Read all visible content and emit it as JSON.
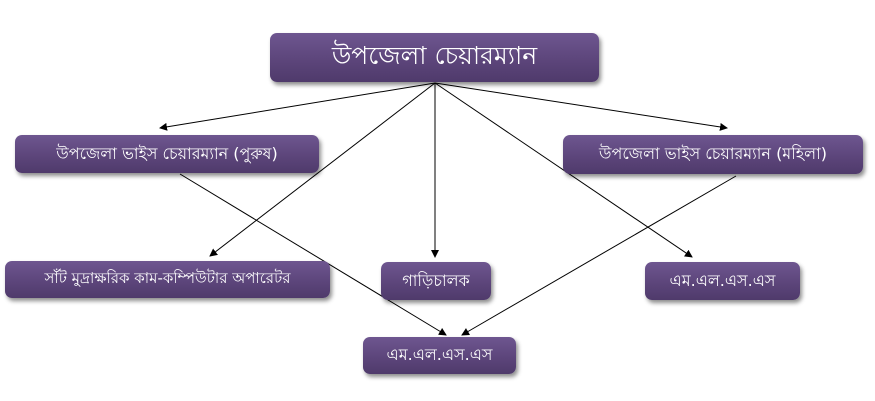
{
  "nodes": {
    "chairman": "উপজেলা চেয়ারম্যান",
    "vice_male": "উপজেলা ভাইস চেয়ারম্যান (পুরুষ)",
    "vice_female": "উপজেলা ভাইস চেয়ারম্যান (মহিলা)",
    "operator": "সাঁট মুদ্রাক্ষরিক কাম-কম্পিউটার অপারেটর",
    "driver": "গাড়িচালক",
    "mlss_right": "এম.এল.এস.এস",
    "mlss_bottom": "এম.এল.এস.এস"
  },
  "colors": {
    "box": "#5b4479",
    "line": "#000000"
  }
}
